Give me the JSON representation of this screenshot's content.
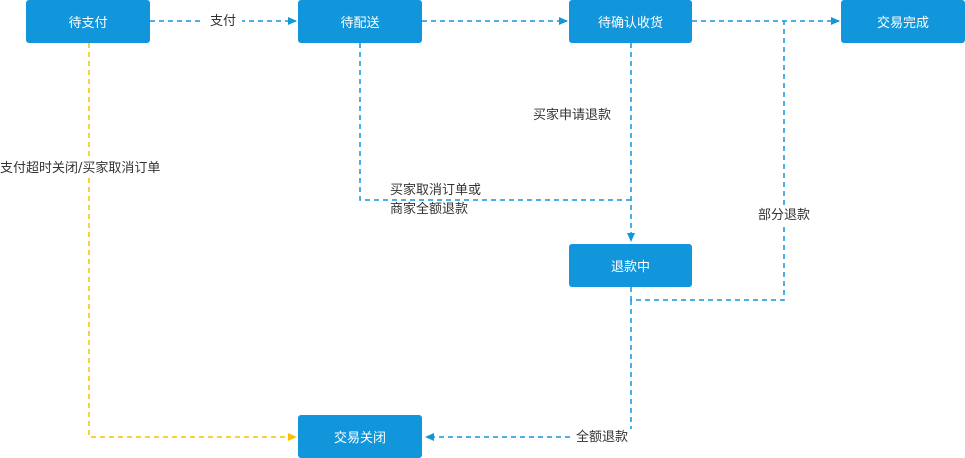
{
  "nodes": {
    "pending_payment": "待支付",
    "pending_delivery": "待配送",
    "pending_receipt": "待确认收货",
    "trade_complete": "交易完成",
    "refunding": "退款中",
    "trade_closed": "交易关闭"
  },
  "edge_labels": {
    "pay": "支付",
    "buyer_refund_request": "买家申请退款",
    "timeout_or_cancel": "支付超时关闭/买家取消订单",
    "cancel_line1": "买家取消订单或",
    "cancel_line2": "商家全额退款",
    "partial_refund": "部分退款",
    "full_refund": "全额退款"
  },
  "colors": {
    "node_fill": "#1296db",
    "node_text": "#ffffff",
    "edge_blue": "#1296db",
    "edge_yellow": "#f7c200",
    "label_text": "#333333"
  }
}
